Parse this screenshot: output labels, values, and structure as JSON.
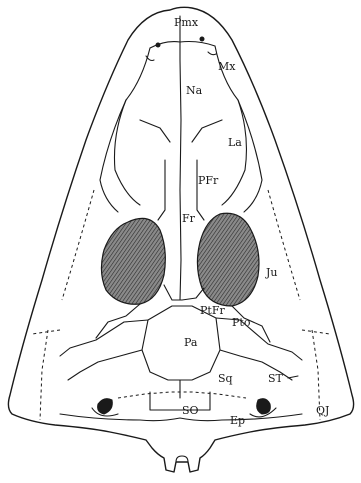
{
  "labels": {
    "pmx": "Pmx",
    "mx": "Mx",
    "na": "Na",
    "la": "La",
    "pfr": "PFr",
    "fr": "Fr",
    "ju": "Ju",
    "ptfr": "PtFr",
    "pto": "Pto",
    "pa": "Pa",
    "sq": "Sq",
    "st": "ST",
    "so": "SO",
    "ep": "Ep",
    "qj": "QJ"
  },
  "colors": {
    "ink": "#1a1a1a",
    "paper": "#ffffff",
    "orbit_fill": "#6b6b6b"
  }
}
